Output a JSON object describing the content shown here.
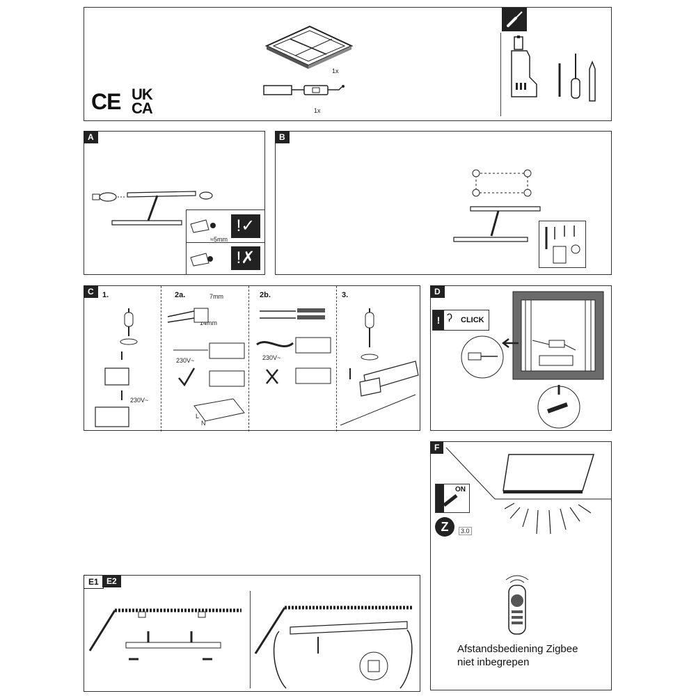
{
  "header": {
    "qty_panel": "1x",
    "qty_driver": "1x",
    "marks": {
      "ce": "CE",
      "ukca_top": "UK",
      "ukca_bottom": "CA"
    },
    "tools_icon": "screwdriver-icon",
    "tools": [
      "drill-icon",
      "drill-bit-icon",
      "screwdriver-icon",
      "pencil-icon"
    ]
  },
  "panels": {
    "a": {
      "tag": "A",
      "dim": "≈5mm"
    },
    "b": {
      "tag": "B"
    },
    "c": {
      "tag": "C",
      "step1": "1.",
      "step2a": "2a.",
      "step2b": "2b.",
      "step3": "3.",
      "voltage": "230V~",
      "strip_7": "7mm",
      "strip_14": "14mm",
      "term_l": "L",
      "term_n": "N"
    },
    "d": {
      "tag": "D",
      "click": "CLICK"
    },
    "e": {
      "tag1": "E1",
      "tag2": "E2"
    },
    "f": {
      "tag": "F",
      "switch_label": "ON",
      "zigbee_version": "3.0",
      "remote_note_line1": "Afstandsbediening Zigbee",
      "remote_note_line2": "niet inbegrepen"
    }
  },
  "colors": {
    "ink": "#222222",
    "panel_border": "#333333",
    "tag_bg": "#222222",
    "frame_fill": "#6b6b6b"
  }
}
